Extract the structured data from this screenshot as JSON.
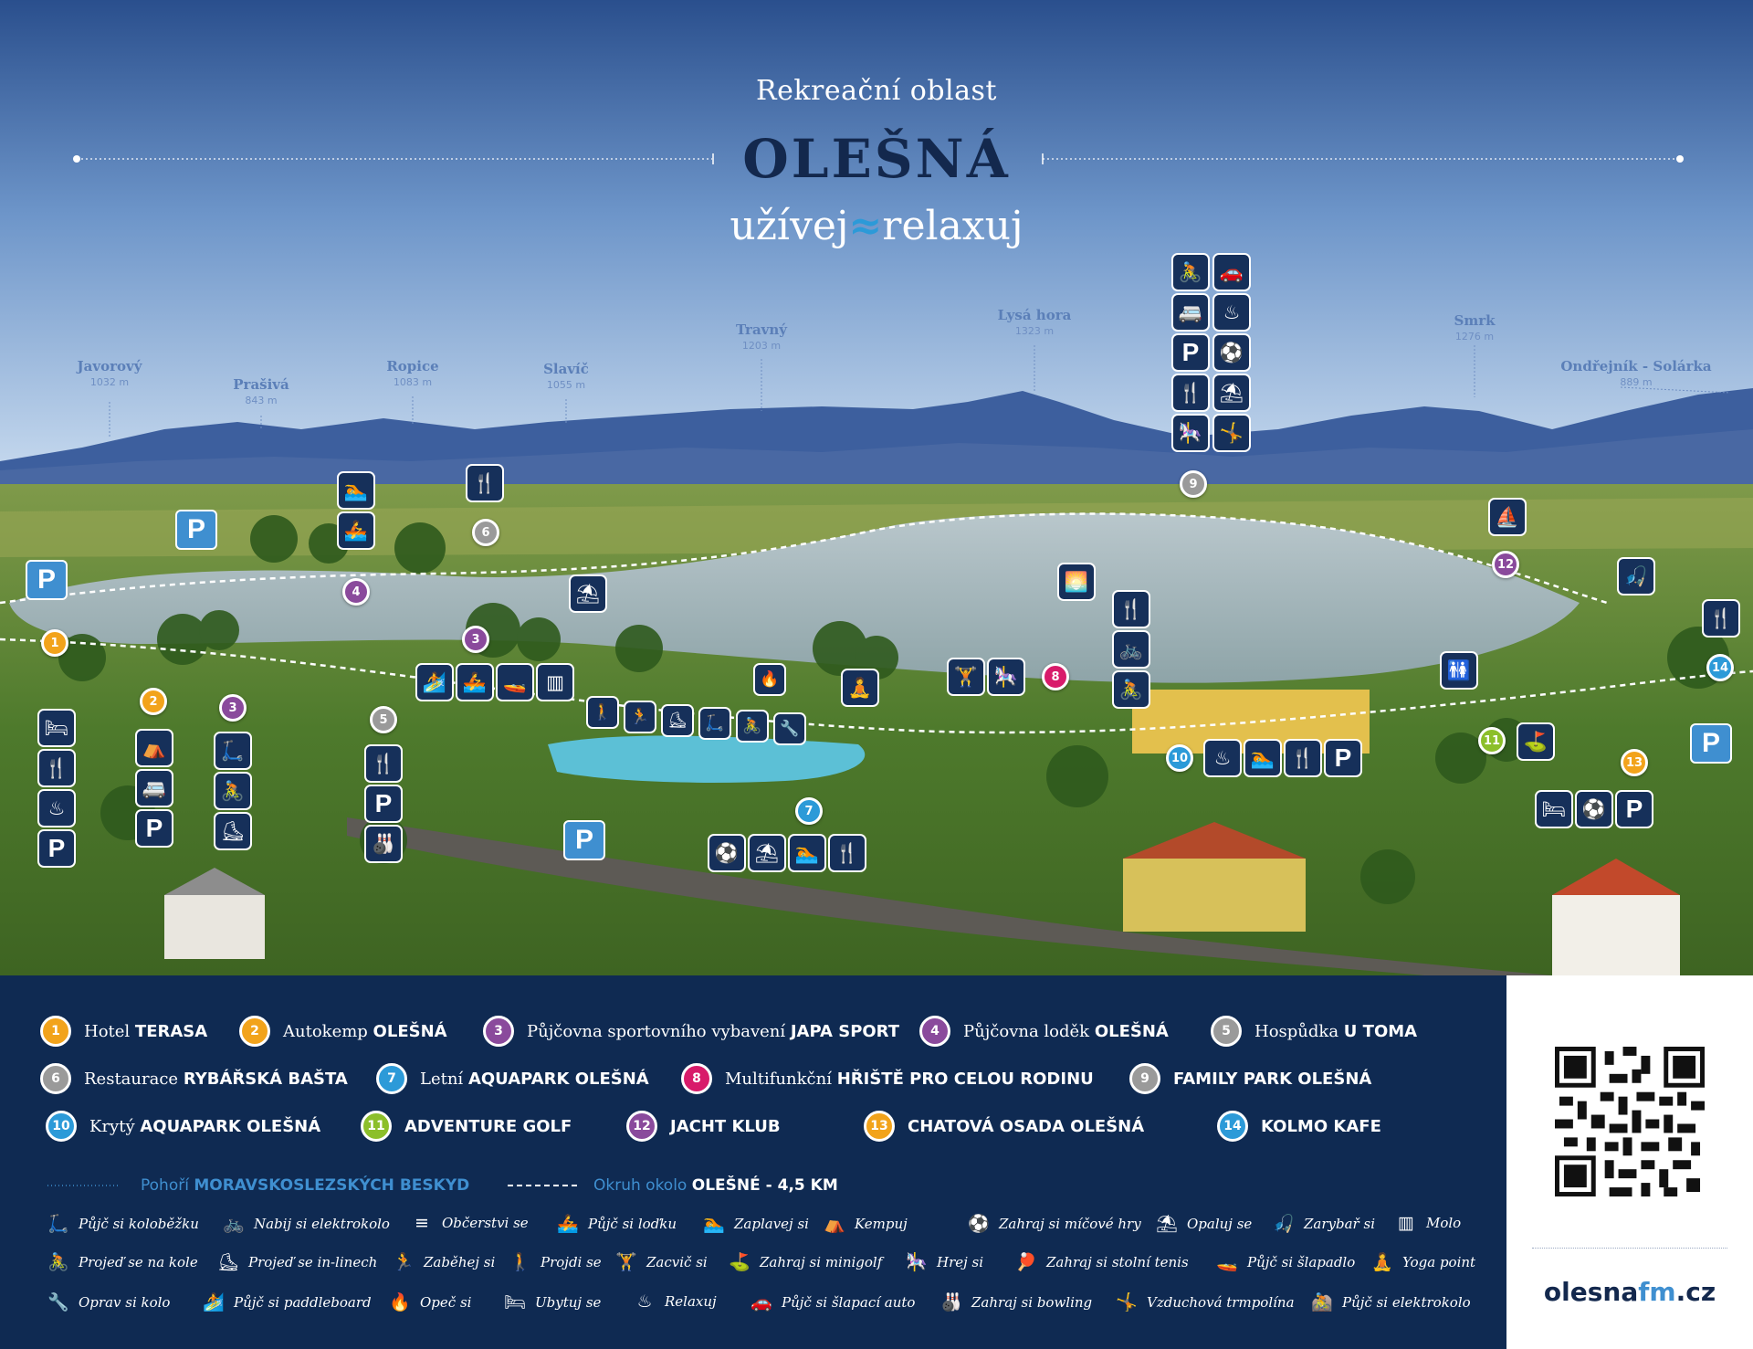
{
  "header": {
    "subtitle": "Rekreační oblast",
    "title": "OLEŠNÁ",
    "tagline_left": "užívej",
    "tagline_mid": "≈",
    "tagline_right": "relaxuj"
  },
  "peaks": [
    {
      "name": "Javorový",
      "height": "1032 m"
    },
    {
      "name": "Prašivá",
      "height": "843 m"
    },
    {
      "name": "Ropice",
      "height": "1083 m"
    },
    {
      "name": "Slavíč",
      "height": "1055 m"
    },
    {
      "name": "Travný",
      "height": "1203 m"
    },
    {
      "name": "Lysá hora",
      "height": "1323 m"
    },
    {
      "name": "Smrk",
      "height": "1276 m"
    },
    {
      "name": "Ondřejník - Solárka",
      "height": "889 m"
    }
  ],
  "colors": {
    "orange": "#f2a31b",
    "purple": "#8a4a9c",
    "gray": "#9a9a9a",
    "blue": "#2c9ad8",
    "magenta": "#d81b6a",
    "green": "#8cbf2a",
    "navy": "#0f2a52",
    "parking": "#3f8fd0"
  },
  "map_pins": [
    "1",
    "2",
    "3",
    "4",
    "5",
    "6",
    "7",
    "8",
    "9",
    "10",
    "11",
    "12",
    "13",
    "14"
  ],
  "map_icons": {
    "parking": "P"
  },
  "places": [
    {
      "num": "1",
      "pre": "Hotel",
      "bold": "TERASA",
      "color": "#f2a31b"
    },
    {
      "num": "2",
      "pre": "Autokemp",
      "bold": "OLEŠNÁ",
      "color": "#f2a31b"
    },
    {
      "num": "3",
      "pre": "Půjčovna sportovního vybavení",
      "bold": "JAPA SPORT",
      "color": "#8a4a9c"
    },
    {
      "num": "4",
      "pre": "Půjčovna loděk",
      "bold": "OLEŠNÁ",
      "color": "#8a4a9c"
    },
    {
      "num": "5",
      "pre": "Hospůdka",
      "bold": "U TOMA",
      "color": "#9a9a9a"
    },
    {
      "num": "6",
      "pre": "Restaurace",
      "bold": "RYBÁŘSKÁ BAŠTA",
      "color": "#9a9a9a"
    },
    {
      "num": "7",
      "pre": "Letní",
      "bold": "AQUAPARK OLEŠNÁ",
      "color": "#2c9ad8"
    },
    {
      "num": "8",
      "pre": "Multifunkční",
      "bold": "HŘIŠTĚ PRO CELOU RODINU",
      "color": "#d81b6a"
    },
    {
      "num": "9",
      "pre": "",
      "bold": "FAMILY PARK OLEŠNÁ",
      "color": "#9a9a9a"
    },
    {
      "num": "10",
      "pre": "Krytý",
      "bold": "AQUAPARK OLEŠNÁ",
      "color": "#2c9ad8"
    },
    {
      "num": "11",
      "pre": "",
      "bold": "ADVENTURE GOLF",
      "color": "#8cbf2a"
    },
    {
      "num": "12",
      "pre": "",
      "bold": "JACHT KLUB",
      "color": "#8a4a9c"
    },
    {
      "num": "13",
      "pre": "",
      "bold": "CHATOVÁ OSADA OLEŠNÁ",
      "color": "#f2a31b"
    },
    {
      "num": "14",
      "pre": "",
      "bold": "KOLMO KAFE",
      "color": "#2c9ad8"
    }
  ],
  "line_keys": {
    "mountains_pre": "Pohoří",
    "mountains_bold": "MORAVSKOSLEZSKÝCH BESKYD",
    "loop_pre": "Okruh okolo",
    "loop_bold": "OLEŠNÉ - 4,5 KM"
  },
  "activities": [
    {
      "label": "Půjč si koloběžku",
      "icon": "scooter-icon",
      "glyph": "🛴"
    },
    {
      "label": "Nabij si elektrokolo",
      "icon": "ebike-charge-icon",
      "glyph": "🚲"
    },
    {
      "label": "Občerstvi se",
      "icon": "refreshment-icon",
      "glyph": "≡"
    },
    {
      "label": "Půjč si loďku",
      "icon": "rowboat-icon",
      "glyph": "🚣"
    },
    {
      "label": "Zaplavej si",
      "icon": "swim-icon",
      "glyph": "🏊"
    },
    {
      "label": "Kempuj",
      "icon": "camping-icon",
      "glyph": "⛺"
    },
    {
      "label": "Zahraj si míčové hry",
      "icon": "ball-games-icon",
      "glyph": "⚽"
    },
    {
      "label": "Opaluj se",
      "icon": "sunbathe-icon",
      "glyph": "⛱"
    },
    {
      "label": "Zarybař si",
      "icon": "fishing-icon",
      "glyph": "🎣"
    },
    {
      "label": "Molo",
      "icon": "pier-icon",
      "glyph": "▥"
    },
    {
      "label": "Projeď se na kole",
      "icon": "bike-icon",
      "glyph": "🚴"
    },
    {
      "label": "Projeď se in-linech",
      "icon": "inline-skates-icon",
      "glyph": "⛸"
    },
    {
      "label": "Zaběhej si",
      "icon": "run-icon",
      "glyph": "🏃"
    },
    {
      "label": "Projdi se",
      "icon": "walk-icon",
      "glyph": "🚶"
    },
    {
      "label": "Zacvič si",
      "icon": "workout-icon",
      "glyph": "🏋"
    },
    {
      "label": "Zahraj si minigolf",
      "icon": "minigolf-icon",
      "glyph": "⛳"
    },
    {
      "label": "Hrej si",
      "icon": "playground-icon",
      "glyph": "🎠"
    },
    {
      "label": "Zahraj si stolní tenis",
      "icon": "table-tennis-icon",
      "glyph": "🏓"
    },
    {
      "label": "Půjč si šlapadlo",
      "icon": "pedalo-icon",
      "glyph": "🚤"
    },
    {
      "label": "Yoga point",
      "icon": "yoga-icon",
      "glyph": "🧘"
    },
    {
      "label": "Oprav si kolo",
      "icon": "bike-repair-icon",
      "glyph": "🔧"
    },
    {
      "label": "Půjč si paddleboard",
      "icon": "paddleboard-icon",
      "glyph": "🏄"
    },
    {
      "label": "Opeč si",
      "icon": "campfire-icon",
      "glyph": "🔥"
    },
    {
      "label": "Ubytuj se",
      "icon": "bed-icon",
      "glyph": "🛏"
    },
    {
      "label": "Relaxuj",
      "icon": "relax-icon",
      "glyph": "♨"
    },
    {
      "label": "Půjč si šlapací auto",
      "icon": "pedal-car-icon",
      "glyph": "🚗"
    },
    {
      "label": "Zahraj si bowling",
      "icon": "bowling-icon",
      "glyph": "🎳"
    },
    {
      "label": "Vzduchová trmpolína",
      "icon": "trampoline-icon",
      "glyph": "🤸"
    },
    {
      "label": "Půjč si elektrokolo",
      "icon": "ebike-rent-icon",
      "glyph": "🚵"
    }
  ],
  "website": {
    "pre": "olesna",
    "hi": "fm",
    "post": ".cz"
  }
}
